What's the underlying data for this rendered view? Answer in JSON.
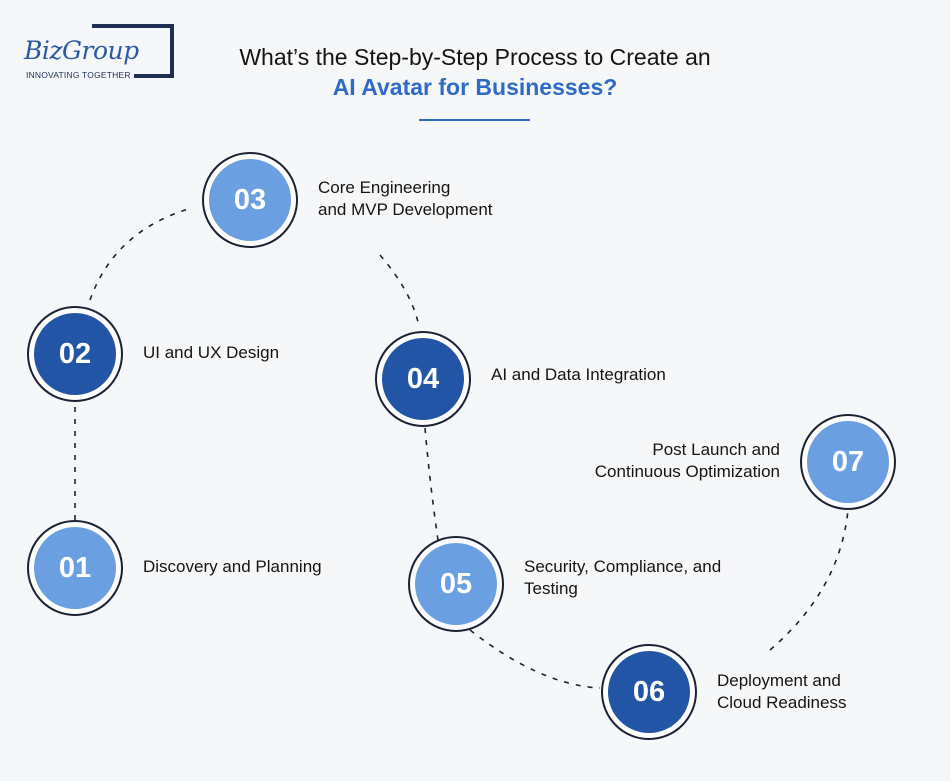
{
  "logo": {
    "name": "BizGroup",
    "tagline": "INNOVATING TOGETHER"
  },
  "header": {
    "title_line1": "What’s the Step-by-Step Process to Create an",
    "title_line2": "AI Avatar for Businesses?"
  },
  "colors": {
    "light_blue": "#6a9fe2",
    "dark_blue": "#2355a6",
    "accent": "#2f6ac7"
  },
  "steps": [
    {
      "number": "01",
      "lines": [
        "Discovery and Planning"
      ],
      "shade": "light"
    },
    {
      "number": "02",
      "lines": [
        "UI and UX Design"
      ],
      "shade": "dark"
    },
    {
      "number": "03",
      "lines": [
        "Core Engineering",
        "and MVP Development"
      ],
      "shade": "light"
    },
    {
      "number": "04",
      "lines": [
        "AI and Data Integration"
      ],
      "shade": "dark"
    },
    {
      "number": "05",
      "lines": [
        "Security, Compliance, and",
        "Testing"
      ],
      "shade": "light"
    },
    {
      "number": "06",
      "lines": [
        "Deployment and",
        "Cloud Readiness"
      ],
      "shade": "dark"
    },
    {
      "number": "07",
      "lines": [
        "Post Launch and",
        "Continuous Optimization"
      ],
      "shade": "light"
    }
  ]
}
